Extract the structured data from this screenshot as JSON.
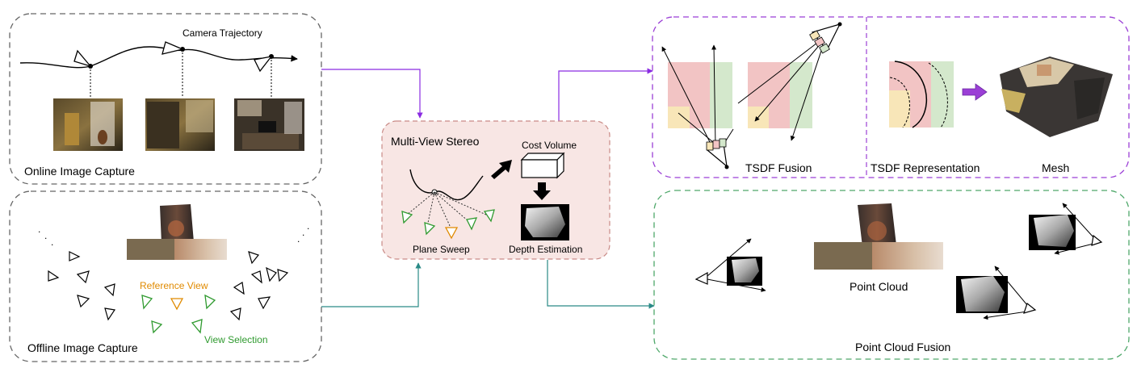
{
  "labels": {
    "camera_trajectory": "Camera Trajectory",
    "online_capture": "Online Image Capture",
    "offline_capture": "Offline Image Capture",
    "reference_view": "Reference View",
    "view_selection": "View Selection",
    "mvs_title": "Multi-View Stereo",
    "cost_volume": "Cost Volume",
    "plane_sweep": "Plane Sweep",
    "depth_estimation": "Depth Estimation",
    "tsdf_fusion": "TSDF Fusion",
    "tsdf_representation": "TSDF Representation",
    "mesh": "Mesh",
    "point_cloud": "Point Cloud",
    "point_cloud_fusion": "Point Cloud Fusion"
  },
  "colors": {
    "online_border": "#666666",
    "mvs_fill": "#f8e6e4",
    "mvs_border": "#c98a86",
    "tsdf_border": "#9b3fd6",
    "pc_border": "#4fa86a",
    "arrow_purple": "#8a2be2",
    "arrow_teal": "#2a8a86",
    "reference_view": "#e08a00",
    "view_selection": "#2f9a2f",
    "tsdf_red": "#f2c4c4",
    "tsdf_green": "#d4e8cc",
    "tsdf_yellow": "#f8e6b8"
  }
}
